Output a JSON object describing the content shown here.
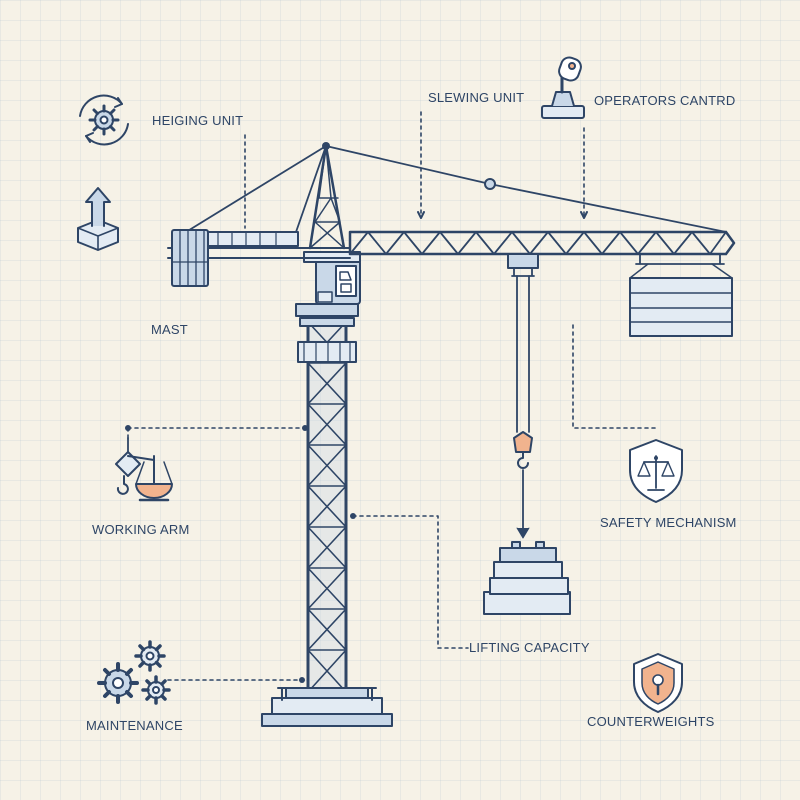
{
  "colors": {
    "line": "#2e4566",
    "fill": "#c9d8e8",
    "fill_light": "#e3ebf3",
    "accent": "#f1b38e",
    "background": "#f6f2e7"
  },
  "labels": {
    "heiging_unit": "HEIGING UNIT",
    "slewing_unit": "SLEWING UNIT",
    "operators_cantrd": "OPERATORS CANTRD",
    "mast": "MAST",
    "working_arm": "WORKING ARM",
    "safety_mechanism": "SAFETY MECHANISM",
    "lifting_capacity": "LIFTING CAPACITY",
    "maintenance": "MAINTENANCE",
    "counterweights": "COUNTERWEIGHTS"
  },
  "icons": {
    "heiging_unit": "gear-refresh-icon",
    "height_arrow": "up-arrow-box-icon",
    "operators_cantrd": "joystick-icon",
    "working_arm": "hook-scale-icon",
    "safety_mechanism": "shield-scale-icon",
    "maintenance": "gears-icon",
    "counterweights": "shield-keyhole-icon"
  }
}
